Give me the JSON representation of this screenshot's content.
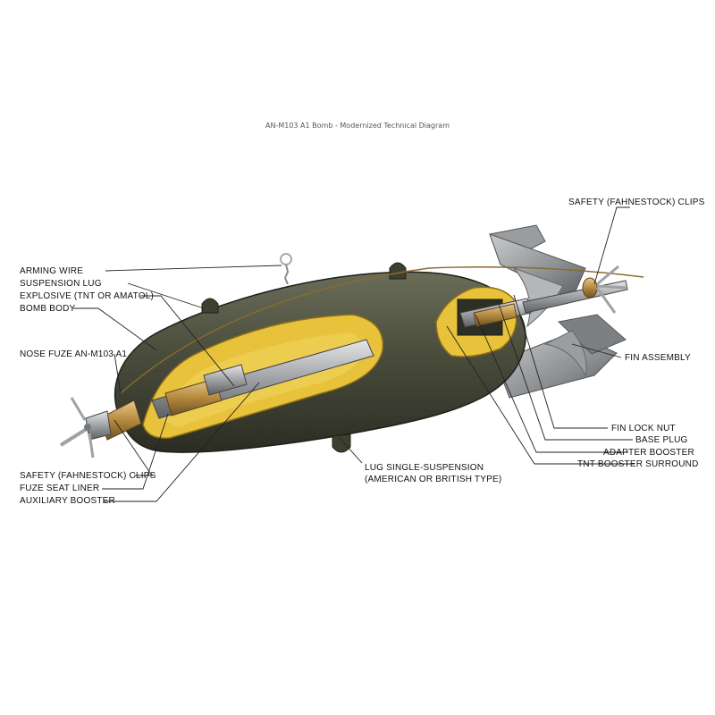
{
  "title": "AN-M103 A1 Bomb - Modernized Technical Diagram",
  "labels": {
    "arming_wire": "ARMING WIRE",
    "suspension_lug": "SUSPENSION LUG",
    "explosive": "EXPLOSIVE (TNT OR AMATOL)",
    "bomb_body": "BOMB BODY",
    "nose_fuze": "NOSE FUZE AN-M103 A1",
    "safety_clips_nose": "SAFETY (FAHNESTOCK) CLIPS",
    "fuze_seat_liner": "FUZE SEAT LINER",
    "auxiliary_booster": "AUXILIARY BOOSTER",
    "lug_single_1": "LUG SINGLE-SUSPENSION",
    "lug_single_2": "(AMERICAN OR BRITISH TYPE)",
    "safety_clips_tail": "SAFETY (FAHNESTOCK) CLIPS",
    "fin_assembly": "FIN ASSEMBLY",
    "fin_lock_nut": "FIN LOCK NUT",
    "base_plug": "BASE PLUG",
    "adapter_booster": "ADAPTER BOOSTER",
    "tnt_booster_surround": "TNT BOOSTER SURROUND"
  },
  "colors": {
    "body": "#4a4d3c",
    "explosive": "#e7c23a",
    "metal": "#b7b9bb",
    "brass": "#c49a4e",
    "leader": "#222222"
  }
}
